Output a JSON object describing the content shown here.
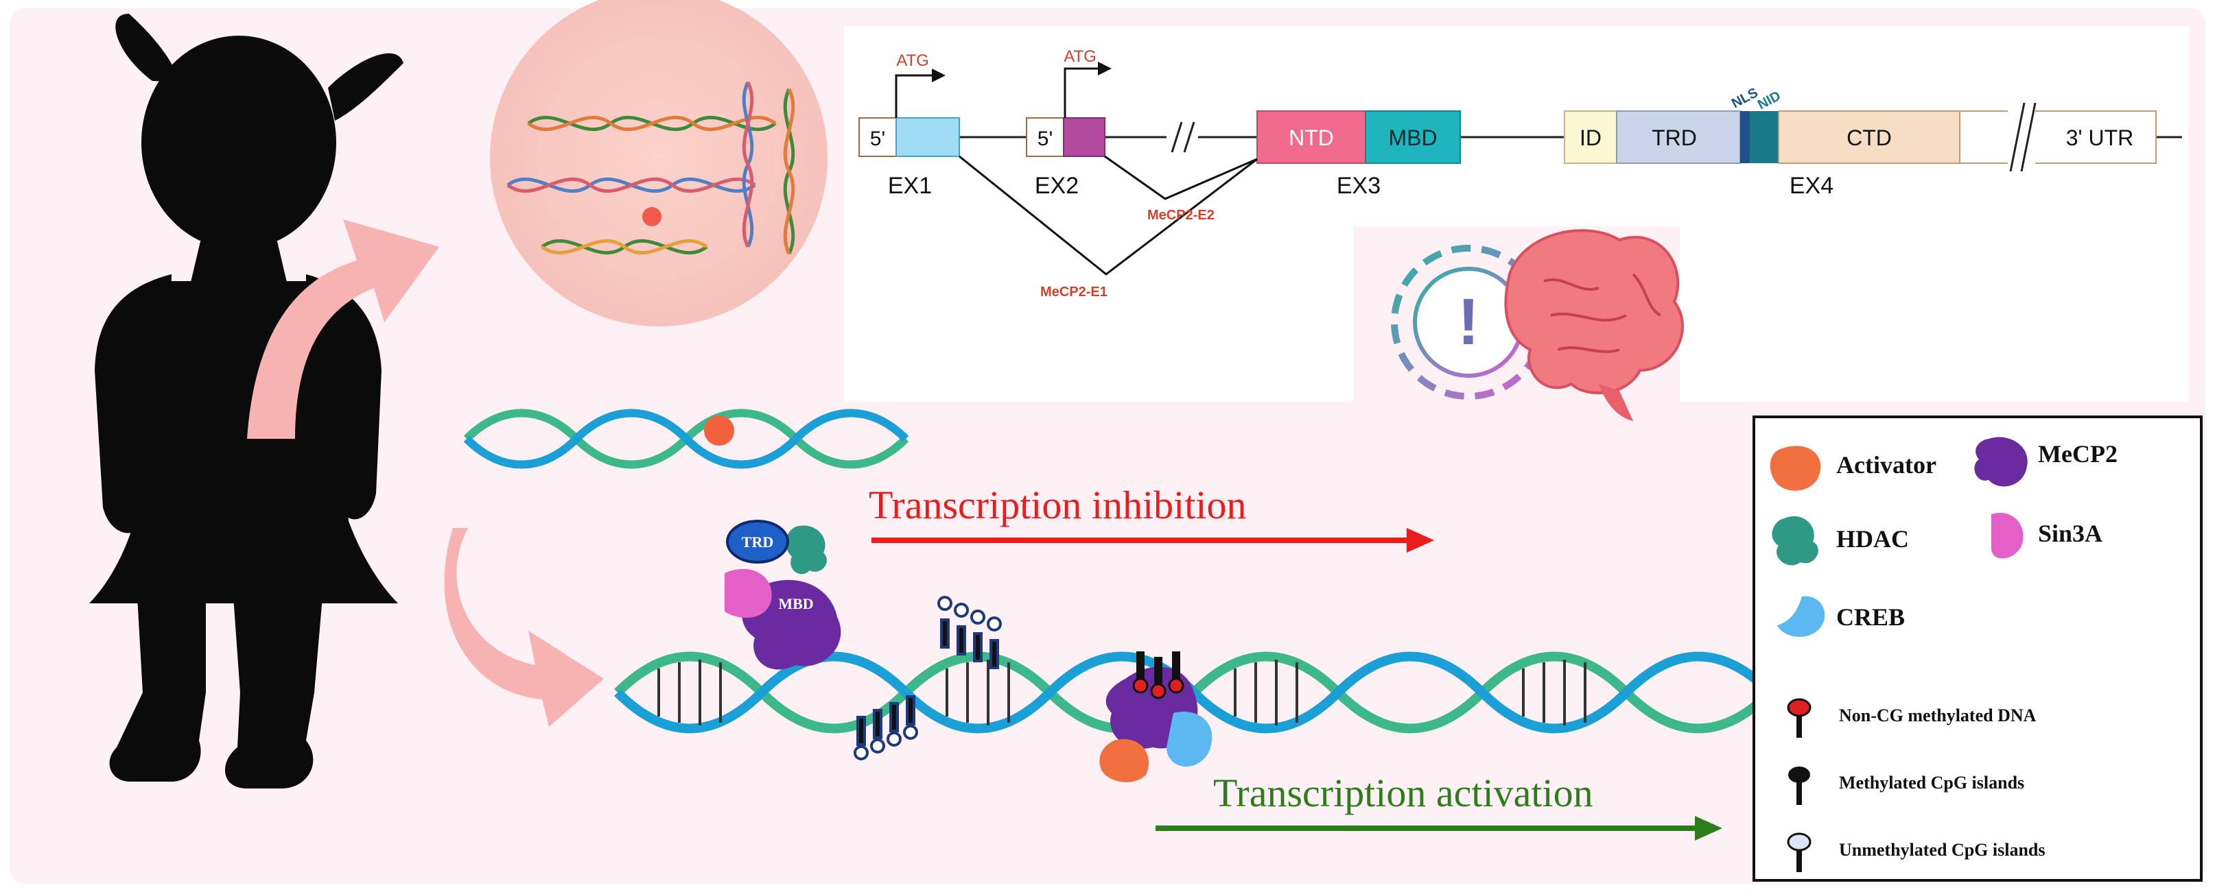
{
  "gene": {
    "atg1": "ATG",
    "atg2": "ATG",
    "ex1_5prime": "5'",
    "ex2_5prime": "5'",
    "ntd": "NTD",
    "mbd": "MBD",
    "id": "ID",
    "trd": "TRD",
    "nls": "NLS",
    "nid": "NID",
    "ctd": "CTD",
    "utr3": "3' UTR",
    "ex1": "EX1",
    "ex2": "EX2",
    "ex3": "EX3",
    "ex4": "EX4",
    "isoform_e2": "MeCP2-E2",
    "isoform_e1": "MeCP2-E1"
  },
  "complex": {
    "trd": "TRD",
    "mbd": "MBD"
  },
  "arrows": {
    "inhibition": "Transcription inhibition",
    "activation": "Transcription activation"
  },
  "legend": {
    "items": [
      {
        "label": "Activator",
        "color": "#f2703f"
      },
      {
        "label": "MeCP2",
        "color": "#6a2ba0"
      },
      {
        "label": "HDAC",
        "color": "#2e9a86"
      },
      {
        "label": "Sin3A",
        "color": "#e55fc8"
      },
      {
        "label": "CREB",
        "color": "#5bb8f0"
      },
      {
        "label": "Non-CG methylated DNA",
        "color": "#e02020"
      },
      {
        "label": "Methylated CpG islands",
        "color": "#111111"
      },
      {
        "label": "Unmethylated CpG islands",
        "color": "#dde6f4"
      }
    ]
  },
  "colors": {
    "background": "#fdf1f5",
    "ex1_box": "#9fdcf5",
    "ex2_box": "#b24aa0",
    "ntd": "#f06a8e",
    "mbd": "#1fb5bf",
    "id": "#fbf7d2",
    "trd": "#c9d6ea",
    "ctd": "#f6ddc4",
    "nls": "#1e4f86",
    "nid": "#1a7a8a",
    "inhibition_arrow": "#e81d1d",
    "activation_arrow": "#2e7d1c",
    "helix_blue": "#1a9fd6",
    "helix_green": "#3db88a"
  }
}
